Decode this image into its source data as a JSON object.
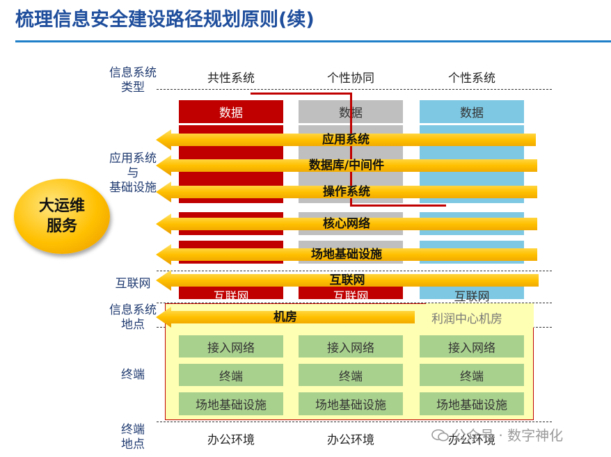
{
  "title": "梳理信息安全建设路径规划原则(续)",
  "row_labels": {
    "system_type": "信息系统\n类型",
    "app_infra": "应用系统\n与\n基础设施",
    "internet": "互联网",
    "system_location": "信息系统\n地点",
    "terminal": "终端",
    "terminal_location": "终端\n地点"
  },
  "columns": [
    "共性系统",
    "个性协同",
    "个性系统"
  ],
  "top_cells": {
    "data": "数据",
    "internet": "互联网"
  },
  "arrows": [
    "应用系统",
    "数据库/中间件",
    "操作系统",
    "核心网络",
    "场地基础设施",
    "互联网",
    "机房"
  ],
  "badge": "大运维\n服务",
  "idc_label": "利润中心机房",
  "green_rows": [
    "接入网络",
    "终端",
    "场地基础设施"
  ],
  "footer_env": "办公环境",
  "watermark": "公众号 · 数字神化",
  "colors": {
    "red": "#c00000",
    "gray": "#bfbfbf",
    "blue": "#7ec8e3",
    "green": "#a9d18e",
    "yellow": "#ffffb3",
    "arrow": "#ffc000",
    "title": "#1f4e9c"
  }
}
